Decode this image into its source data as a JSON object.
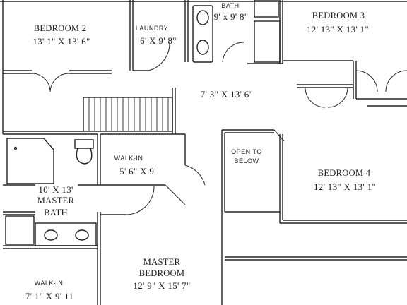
{
  "rooms": {
    "bedroom2": {
      "name": "BEDROOM 2",
      "dims": "13' 1\" X 13' 6\""
    },
    "laundry": {
      "name": "LAUNDRY",
      "dims": "6' X 9' 8\""
    },
    "bath": {
      "name": "BATH",
      "dims": "9' x 9' 8\""
    },
    "bedroom3": {
      "name": "BEDROOM 3",
      "dims": "12' 13\" X 13' 1\""
    },
    "hall": {
      "dims": "7' 3\" X 13' 6\""
    },
    "walkin_upper": {
      "name": "WALK-IN",
      "dims": "5' 6\" X 9'"
    },
    "open_to_below": {
      "line1": "OPEN TO",
      "line2": "BELOW"
    },
    "bedroom4": {
      "name": "BEDROOM 4",
      "dims": "12' 13\" X 13' 1\""
    },
    "master_bath": {
      "dims": "10' X 13'",
      "line1": "MASTER",
      "line2": "BATH"
    },
    "master_bedroom": {
      "line1": "MASTER",
      "line2": "BEDROOM",
      "dims": "12' 9\" X 15' 7\""
    },
    "walkin_lower": {
      "name": "WALK-IN",
      "dims": "7' 1\" X 9' 11"
    }
  }
}
